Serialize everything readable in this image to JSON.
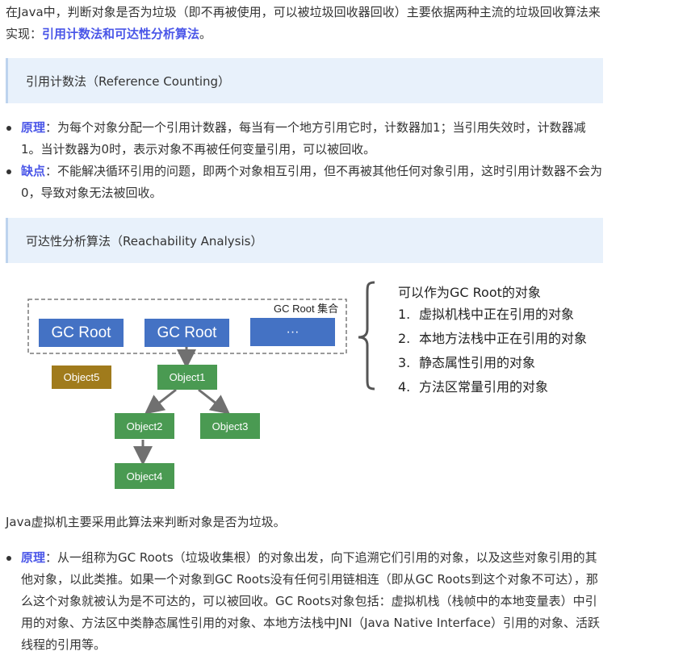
{
  "intro": {
    "text": "在Java中，判断对象是否为垃圾（即不再被使用，可以被垃圾回收器回收）主要依据两种主流的垃圾回收算法来实现：",
    "highlight": "引用计数法和可达性分析算法",
    "end": "。"
  },
  "section1": {
    "title": "引用计数法（Reference Counting）",
    "items": [
      {
        "label": "原理",
        "text": "：为每个对象分配一个引用计数器，每当有一个地方引用它时，计数器加1；当引用失效时，计数器减1。当计数器为0时，表示对象不再被任何变量引用，可以被回收。"
      },
      {
        "label": "缺点",
        "text": "：不能解决循环引用的问题，即两个对象相互引用，但不再被其他任何对象引用，这时引用计数器不会为0，导致对象无法被回收。"
      }
    ]
  },
  "section2": {
    "title": "可达性分析算法（Reachability Analysis）"
  },
  "diagram": {
    "set_label": "GC Root 集合",
    "roots": [
      "GC Root",
      "GC Root",
      "···"
    ],
    "objects": {
      "object1": "Object1",
      "object2": "Object2",
      "object3": "Object3",
      "object4": "Object4",
      "object5": "Object5"
    },
    "side_title": "可以作为GC Root的对象",
    "side_items": [
      {
        "num": "1.",
        "text": "虚拟机栈中正在引用的对象"
      },
      {
        "num": "2.",
        "text": "本地方法栈中正在引用的对象"
      },
      {
        "num": "3.",
        "text": "静态属性引用的对象"
      },
      {
        "num": "4.",
        "text": "方法区常量引用的对象"
      }
    ],
    "colors": {
      "root": "#4472c4",
      "object": "#4a9a52",
      "unreachable": "#a07b1c"
    }
  },
  "summary": "Java虚拟机主要采用此算法来判断对象是否为垃圾。",
  "principle": {
    "label": "原理",
    "text": "：从一组称为GC Roots（垃圾收集根）的对象出发，向下追溯它们引用的对象，以及这些对象引用的其他对象，以此类推。如果一个对象到GC Roots没有任何引用链相连（即从GC Roots到这个对象不可达），那么这个对象就被认为是不可达的，可以被回收。GC Roots对象包括：虚拟机栈（栈帧中的本地变量表）中引用的对象、方法区中类静态属性引用的对象、本地方法栈中JNI（Java Native Interface）引用的对象、活跃线程的引用等。"
  },
  "colors": {
    "highlight": "#4a56e8",
    "callout_bg": "#e8f1fb"
  }
}
